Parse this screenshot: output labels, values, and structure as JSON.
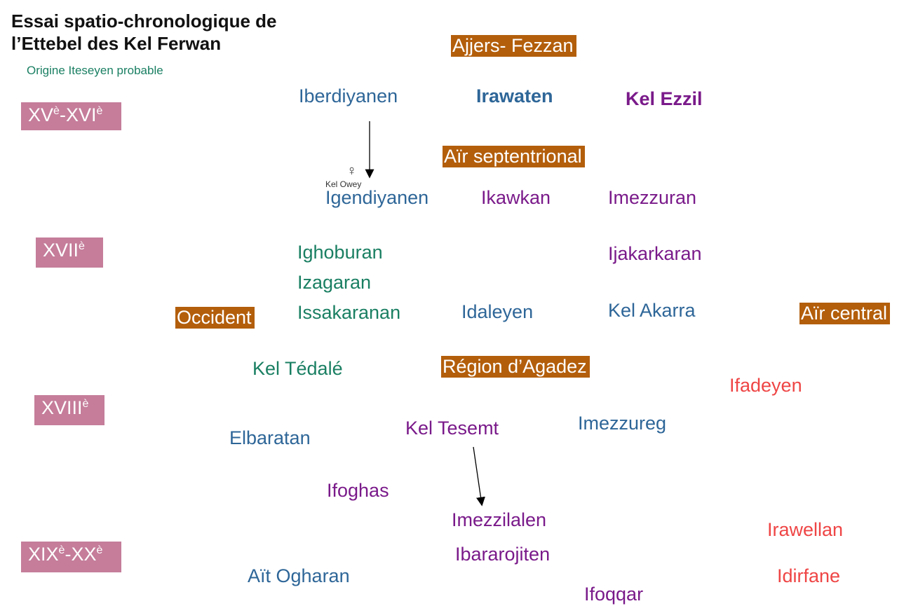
{
  "title": "Essai spatio-chronologique de l’Ettebel des Kel Ferwan",
  "subtitle": "Origine Iteseyen probable",
  "eras": [
    {
      "base1": "XV",
      "sup1": "è",
      "sep": "-",
      "base2": "XVI",
      "sup2": "è"
    },
    {
      "base1": "XVII",
      "sup1": "è"
    },
    {
      "base1": "XVIII",
      "sup1": "è"
    },
    {
      "base1": "XIX",
      "sup1": "è",
      "sep": "-",
      "base2": "XX",
      "sup2": "è"
    }
  ],
  "regions": {
    "ajjers": "Ajjers- Fezzan",
    "air_north": "Aïr septentrional",
    "occident": "Occident",
    "air_central": "Aïr central",
    "agadez": "Région d’Agadez"
  },
  "female_symbol": "♀",
  "kel_owey": "Kel Owey",
  "groups": {
    "iberdiyanen": "Iberdiyanen",
    "irawaten": "Irawaten",
    "kel_ezzil": "Kel Ezzil",
    "igendiyanen": "Igendiyanen",
    "ikawkan": "Ikawkan",
    "imezzuran": "Imezzuran",
    "ighoburan": "Ighoburan",
    "ijakarkaran": "Ijakarkaran",
    "izagaran": "Izagaran",
    "issakaranan": "Issakaranan",
    "idaleyen": "Idaleyen",
    "kel_akarra": "Kel Akarra",
    "kel_tedale": "Kel Tédalé",
    "ifadeyen": "Ifadeyen",
    "imezzureg": "Imezzureg",
    "kel_tesemt": "Kel Tesemt",
    "elbaratan": "Elbaratan",
    "ifoghas": "Ifoghas",
    "imezzilalen": "Imezzilalen",
    "irawellan": "Irawellan",
    "ibararojiten": "Ibararojiten",
    "ait_ogharan": "Aït Ogharan",
    "idirfane": "Idirfane",
    "ifoqqar": "Ifoqqar"
  },
  "colors": {
    "blue": "#2e6698",
    "green": "#1a7f62",
    "purple": "#7a1a8a",
    "red": "#ef4545",
    "era_bg": "#c57d9a",
    "region_bg": "#b35e0b"
  }
}
